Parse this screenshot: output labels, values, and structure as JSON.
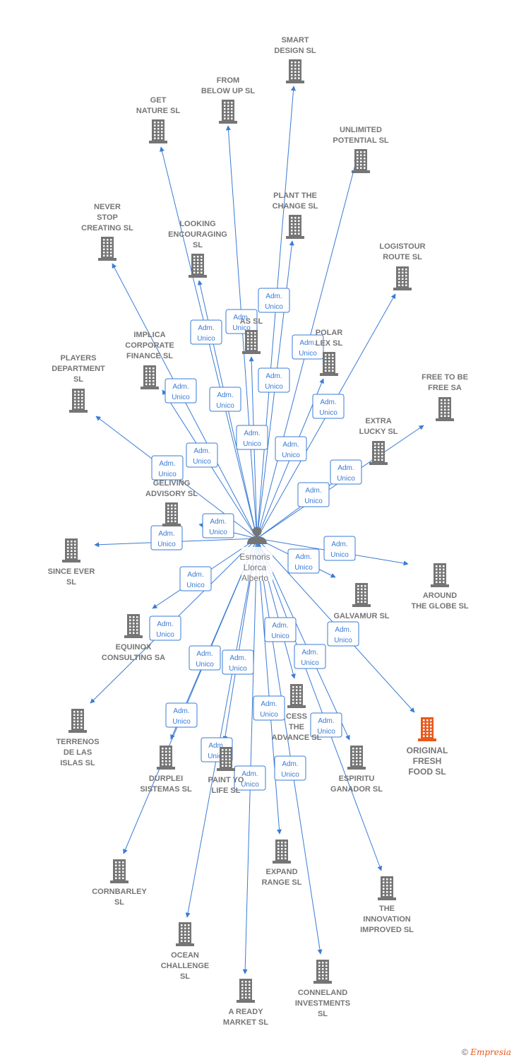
{
  "center": {
    "lines": [
      "Esmoris",
      "Llorca",
      "Alberto"
    ]
  },
  "edge_label": [
    "Adm.",
    "Unico"
  ],
  "companies": [
    {
      "id": "smart-design",
      "lines": [
        "SMART",
        "DESIGN  SL"
      ]
    },
    {
      "id": "from-below-up",
      "lines": [
        "FROM",
        "BELOW UP  SL"
      ]
    },
    {
      "id": "get-nature",
      "lines": [
        "GET",
        "NATURE  SL"
      ]
    },
    {
      "id": "unlimited-potential",
      "lines": [
        "UNLIMITED",
        "POTENTIAL  SL"
      ]
    },
    {
      "id": "plant-the-change",
      "lines": [
        "PLANT THE",
        "CHANGE  SL"
      ]
    },
    {
      "id": "never-stop-creating",
      "lines": [
        "NEVER",
        "STOP",
        "CREATING  SL"
      ]
    },
    {
      "id": "looking-encouraging",
      "lines": [
        "LOOKING",
        "ENCOURAGING",
        "SL"
      ]
    },
    {
      "id": "logistour-route",
      "lines": [
        "LOGISTOUR",
        "ROUTE  SL"
      ]
    },
    {
      "id": "hidden-as-sl",
      "lines": [
        "AS  SL"
      ]
    },
    {
      "id": "polar-plex",
      "lines": [
        "POLAR",
        "LEX  SL"
      ]
    },
    {
      "id": "implica-corporate",
      "lines": [
        "IMPLICA",
        "CORPORATE",
        "FINANCE  SL"
      ]
    },
    {
      "id": "players-department",
      "lines": [
        "PLAYERS",
        "DEPARTMENT",
        "SL"
      ]
    },
    {
      "id": "free-to-be-free",
      "lines": [
        "FREE TO BE",
        "FREE SA"
      ]
    },
    {
      "id": "extra-lucky",
      "lines": [
        "EXTRA",
        "LUCKY  SL"
      ]
    },
    {
      "id": "geliving-advisory",
      "lines": [
        "GELIVING",
        "ADVISORY  SL"
      ]
    },
    {
      "id": "since-ever",
      "lines": [
        "SINCE EVER",
        "SL"
      ]
    },
    {
      "id": "around-the-globe",
      "lines": [
        "AROUND",
        "THE GLOBE  SL"
      ]
    },
    {
      "id": "galvamur",
      "lines": [
        "GALVAMUR  SL"
      ]
    },
    {
      "id": "equinox-consulting",
      "lines": [
        "EQUINOX",
        "CONSULTING SA"
      ]
    },
    {
      "id": "terrenos-de-las-islas",
      "lines": [
        "TERRENOS",
        "DE LAS",
        "ISLAS  SL"
      ]
    },
    {
      "id": "original-fresh-food",
      "lines": [
        "ORIGINAL",
        "FRESH",
        "FOOD  SL"
      ],
      "highlight": true
    },
    {
      "id": "access-the-advance",
      "lines": [
        "CESS",
        "THE",
        "ADVANCE  SL"
      ]
    },
    {
      "id": "durplei-sistemas",
      "lines": [
        "DURPLEI",
        "SISTEMAS  SL"
      ]
    },
    {
      "id": "paint-your-life",
      "lines": [
        "PAINT YO",
        "LIFE  SL"
      ]
    },
    {
      "id": "espiritu-ganador",
      "lines": [
        "ESPIRITU",
        "GANADOR SL"
      ]
    },
    {
      "id": "cornbarley",
      "lines": [
        "CORNBARLEY",
        "SL"
      ]
    },
    {
      "id": "expand-range",
      "lines": [
        "EXPAND",
        "RANGE  SL"
      ]
    },
    {
      "id": "the-innovation-improved",
      "lines": [
        "THE",
        "INNOVATION",
        "IMPROVED  SL"
      ]
    },
    {
      "id": "ocean-challenge",
      "lines": [
        "OCEAN",
        "CHALLENGE",
        "SL"
      ]
    },
    {
      "id": "conneland-investments",
      "lines": [
        "CONNELAND",
        "INVESTMENTS",
        "SL"
      ]
    },
    {
      "id": "a-ready-market",
      "lines": [
        "A READY",
        "MARKET  SL"
      ]
    }
  ],
  "colors": {
    "edge": "#3a7bd5",
    "building": "#757575",
    "highlight": "#e8591a",
    "person": "#757575"
  },
  "footer": {
    "copyright": "©",
    "brand": "Empresia"
  }
}
